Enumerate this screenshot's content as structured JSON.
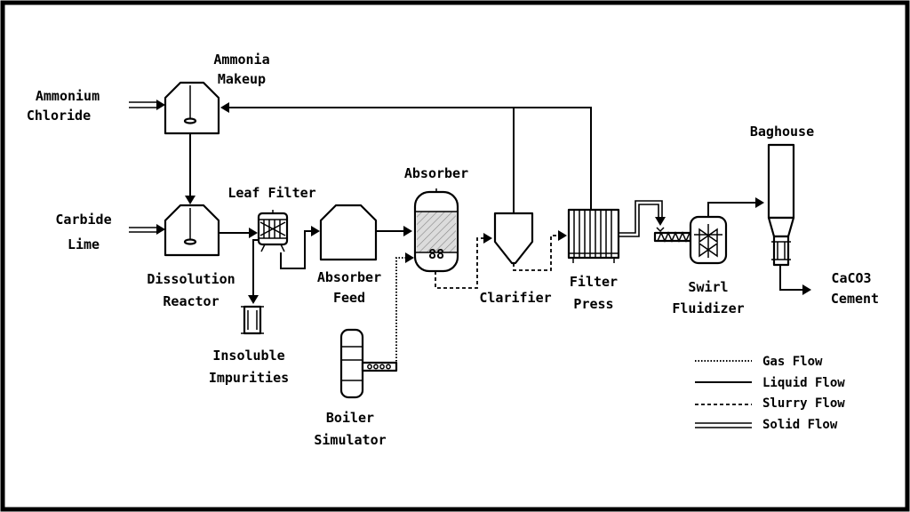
{
  "labels": {
    "ammonium_chloride_1": "Ammonium",
    "ammonium_chloride_2": "Chloride",
    "ammonia_makeup_1": "Ammonia",
    "ammonia_makeup_2": "Makeup",
    "carbide_lime_1": "Carbide",
    "carbide_lime_2": "Lime",
    "dissolution_reactor_1": "Dissolution",
    "dissolution_reactor_2": "Reactor",
    "leaf_filter": "Leaf Filter",
    "insoluble_impurities_1": "Insoluble",
    "insoluble_impurities_2": "Impurities",
    "absorber_feed_1": "Absorber",
    "absorber_feed_2": "Feed",
    "absorber": "Absorber",
    "absorber_inner": "88",
    "boiler_simulator_1": "Boiler",
    "boiler_simulator_2": "Simulator",
    "clarifier": "Clarifier",
    "filter_press_1": "Filter",
    "filter_press_2": "Press",
    "swirl_fluidizer_1": "Swirl",
    "swirl_fluidizer_2": "Fluidizer",
    "baghouse": "Baghouse",
    "caco3_cement_1": "CaCO3",
    "caco3_cement_2": "Cement"
  },
  "legend": {
    "gas_flow": "Gas Flow",
    "liquid_flow": "Liquid Flow",
    "slurry_flow": "Slurry Flow",
    "solid_flow": "Solid Flow"
  }
}
